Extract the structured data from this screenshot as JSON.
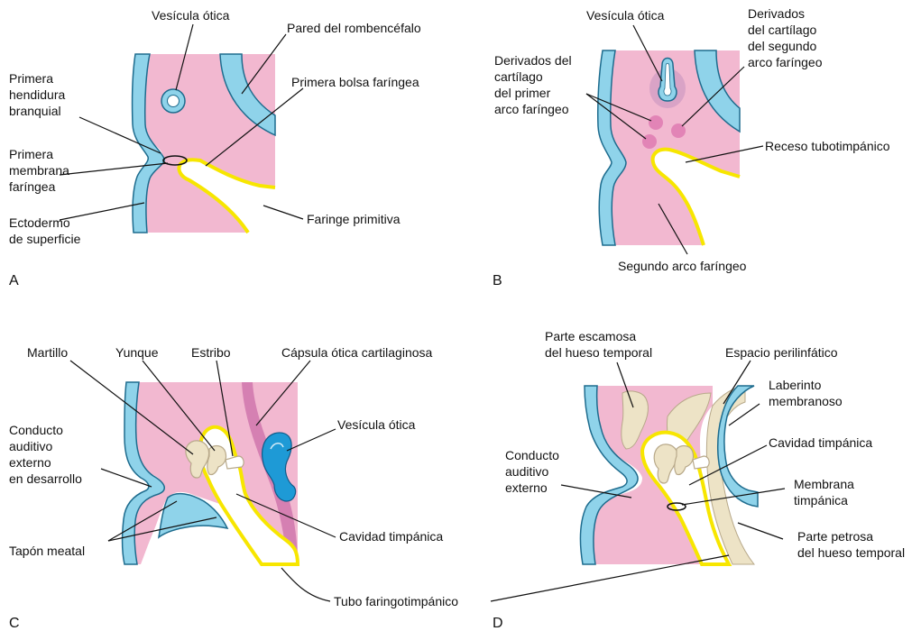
{
  "panels": {
    "a": {
      "letter": "A",
      "labels": {
        "vesicula_otica": "Vesícula ótica",
        "pared_rombencefalo": "Pared del rombencéfalo",
        "primera_hendidura": [
          "Primera",
          "hendidura",
          "branquial"
        ],
        "primera_bolsa": "Primera bolsa faríngea",
        "primera_membrana": [
          "Primera",
          "membrana",
          "faríngea"
        ],
        "ectodermo": [
          "Ectodermo",
          "de superficie"
        ],
        "faringe_primitiva": "Faringe primitiva"
      }
    },
    "b": {
      "letter": "B",
      "labels": {
        "vesicula_otica": "Vesícula ótica",
        "derivados_segundo": [
          "Derivados",
          "del cartílago",
          "del segundo",
          "arco faríngeo"
        ],
        "derivados_primer": [
          "Derivados del",
          "cartílago",
          "del primer",
          "arco faríngeo"
        ],
        "receso_tubotimpanico": "Receso tubotimpánico",
        "segundo_arco": "Segundo arco faríngeo"
      }
    },
    "c": {
      "letter": "C",
      "labels": {
        "martillo": "Martillo",
        "yunque": "Yunque",
        "estribo": "Estribo",
        "capsula_otica": "Cápsula ótica cartilaginosa",
        "conducto_desarrollo": [
          "Conducto",
          "auditivo",
          "externo",
          "en desarrollo"
        ],
        "vesicula_otica": "Vesícula ótica",
        "tapon_meatal": "Tapón meatal",
        "cavidad_timpanica": "Cavidad timpánica"
      }
    },
    "d": {
      "letter": "D",
      "labels": {
        "parte_escamosa": [
          "Parte escamosa",
          "del hueso temporal"
        ],
        "espacio_perilinfatico": "Espacio perilinfático",
        "laberinto": [
          "Laberinto",
          "membranoso"
        ],
        "cavidad_timpanica": "Cavidad timpánica",
        "conducto_externo": [
          "Conducto",
          "auditivo",
          "externo"
        ],
        "membrana_timpanica": [
          "Membrana",
          "timpánica"
        ],
        "parte_petrosa": [
          "Parte petrosa",
          "del hueso temporal"
        ]
      }
    }
  },
  "shared_labels": {
    "tubo_faringotimpanico": "Tubo faringotimpánico"
  },
  "colors": {
    "mesenchyme": "#F2B8D0",
    "ectoderm": "#8FD3EA",
    "ectoderm_edge": "#1E6C8E",
    "endoderm": "#F7E600",
    "cartilage": "#EDE3C6",
    "cartilage_edge": "#B8A98A",
    "capsule": "#D27AAE",
    "otic_blue": "#1E9AD6"
  }
}
